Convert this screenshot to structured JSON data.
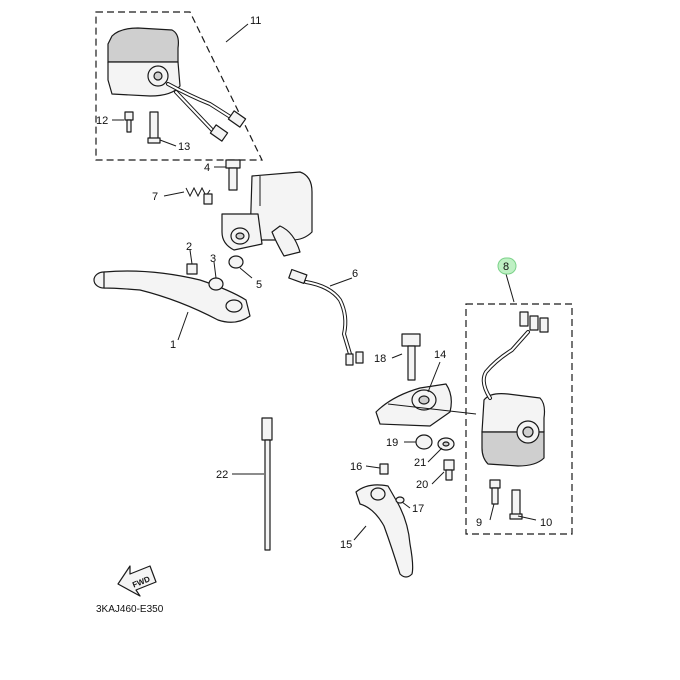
{
  "callouts": {
    "c1": "1",
    "c2": "2",
    "c3": "3",
    "c4": "4",
    "c5": "5",
    "c6": "6",
    "c7": "7",
    "c8": "8",
    "c9": "9",
    "c10": "10",
    "c11": "11",
    "c12": "12",
    "c13": "13",
    "c14": "14",
    "c15": "15",
    "c16": "16",
    "c17": "17",
    "c18": "18",
    "c19": "19",
    "c20": "20",
    "c21": "21",
    "c22": "22"
  },
  "fwd_label": "FWD",
  "diagram_code": "3KAJ460-E350",
  "colors": {
    "line": "#1a1a1a",
    "highlight_badge": "#bff0c4"
  }
}
